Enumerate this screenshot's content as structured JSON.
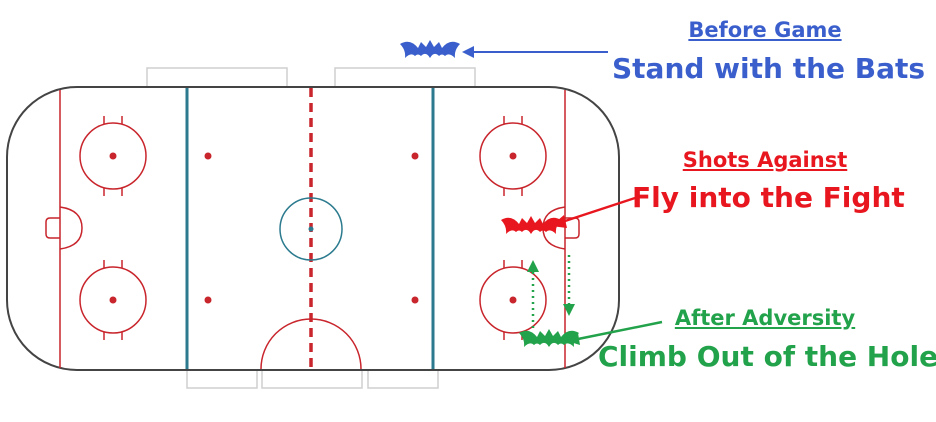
{
  "colors": {
    "blue": "#3A5FCD",
    "red": "#E8171F",
    "green": "#22A24A",
    "rink_red": "#C8252C",
    "rink_blue": "#2B7A8E",
    "outline": "#444444",
    "bench": "#C9C9C9"
  },
  "labels": {
    "before_heading": "Before Game",
    "before_main": "Stand with the Bats",
    "shots_heading": "Shots Against",
    "shots_main": "Fly into the Fight",
    "after_heading": "After Adversity",
    "after_main": "Climb Out of the Hole"
  },
  "icons": {
    "blue_bat": "bat-icon",
    "red_bat": "bat-icon",
    "green_bat": "bat-icon"
  }
}
